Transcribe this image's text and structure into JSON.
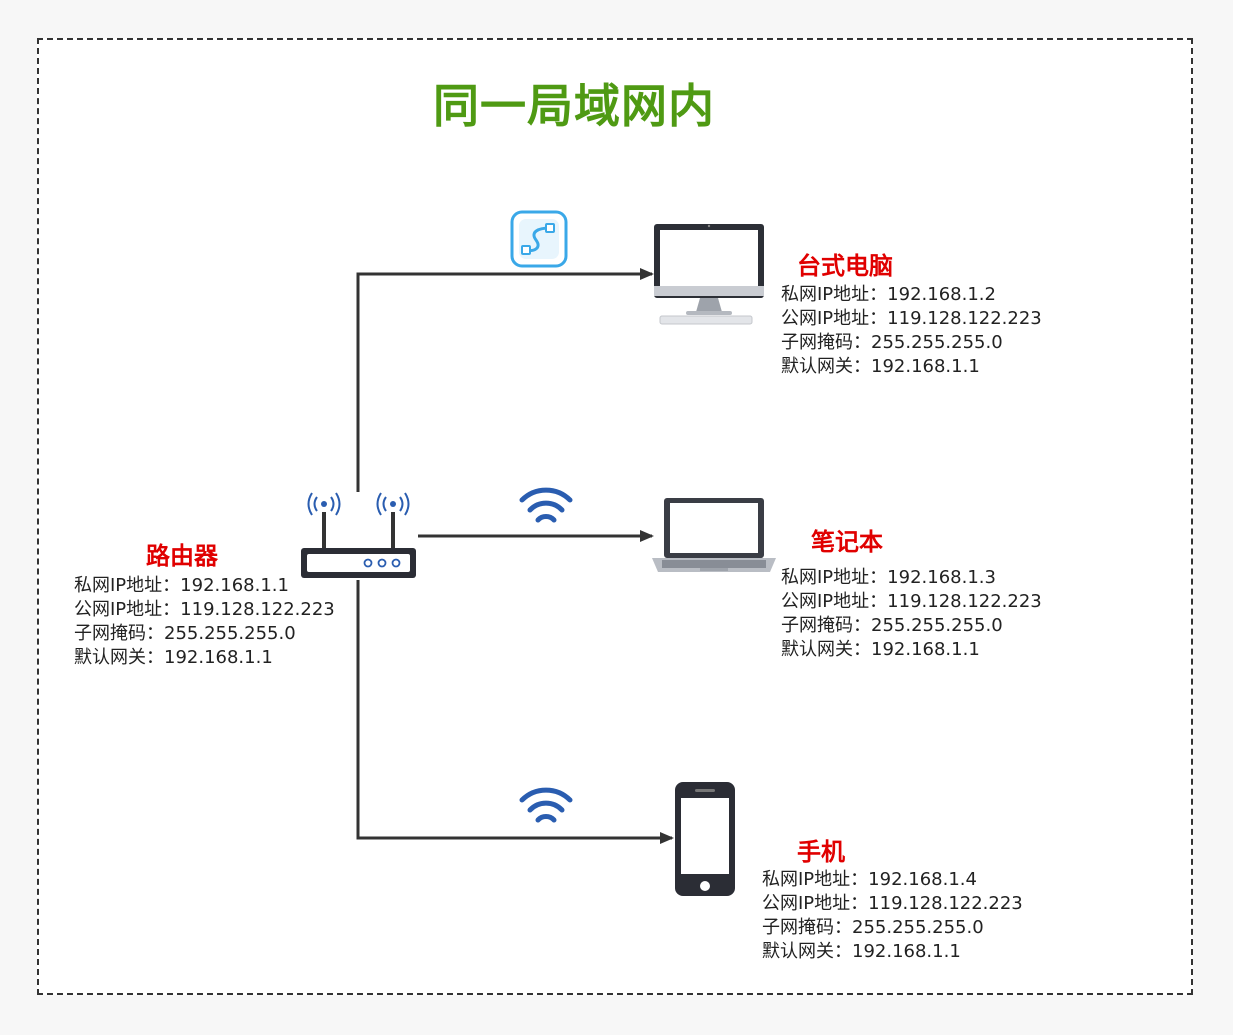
{
  "title": "同一局域网内",
  "router": {
    "name": "路由器",
    "rows": [
      {
        "label": "私网IP地址：",
        "value": "192.168.1.1"
      },
      {
        "label": "公网IP地址：",
        "value": "119.128.122.223"
      },
      {
        "label": "子网掩码：",
        "value": "255.255.255.0"
      },
      {
        "label": "默认网关：",
        "value": "192.168.1.1"
      }
    ]
  },
  "desktop": {
    "name": "台式电脑",
    "rows": [
      {
        "label": "私网IP地址：",
        "value": "192.168.1.2"
      },
      {
        "label": "公网IP地址：",
        "value": "119.128.122.223"
      },
      {
        "label": "子网掩码：",
        "value": "255.255.255.0"
      },
      {
        "label": "默认网关：",
        "value": "192.168.1.1"
      }
    ]
  },
  "laptop": {
    "name": "笔记本",
    "rows": [
      {
        "label": "私网IP地址：",
        "value": "192.168.1.3"
      },
      {
        "label": "公网IP地址：",
        "value": "119.128.122.223"
      },
      {
        "label": "子网掩码：",
        "value": "255.255.255.0"
      },
      {
        "label": "默认网关：",
        "value": "192.168.1.1"
      }
    ]
  },
  "phone": {
    "name": "手机",
    "rows": [
      {
        "label": "私网IP地址：",
        "value": "192.168.1.4"
      },
      {
        "label": "公网IP地址：",
        "value": "119.128.122.223"
      },
      {
        "label": "子网掩码：",
        "value": "255.255.255.0"
      },
      {
        "label": "默认网关：",
        "value": "192.168.1.1"
      }
    ]
  },
  "icons": {
    "router": "router-icon",
    "desktop": "desktop-computer-icon",
    "laptop": "laptop-icon",
    "phone": "smartphone-icon",
    "cable": "ethernet-cable-icon",
    "wifi": "wifi-icon"
  },
  "colors": {
    "title": "#4f9a13",
    "device_name": "#e00000",
    "connector": "#333333",
    "wifi": "#2a5db0",
    "cable_badge": "#3aa8e8"
  }
}
